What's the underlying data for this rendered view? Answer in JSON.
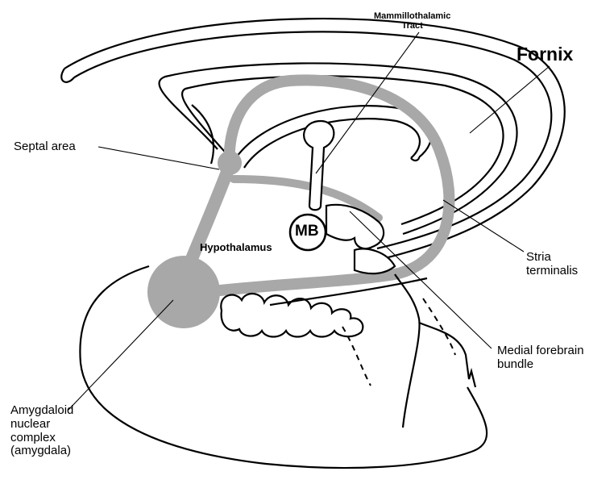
{
  "labels": {
    "mammillothalamic": "Mammillothalamic\nTract",
    "fornix": "Fornix",
    "septal": "Septal area",
    "mb": "MB",
    "hypothalamus": "Hypothalamus",
    "stria": "Stria\nterminalis",
    "medial": "Medial forebrain\nbundle",
    "amygdaloid": "Amygdaloid\nnuclear\ncomplex\n(amygdala)"
  },
  "colors": {
    "ink": "#000000",
    "pathway_gray": "#a8a8a8",
    "background": "#ffffff"
  }
}
